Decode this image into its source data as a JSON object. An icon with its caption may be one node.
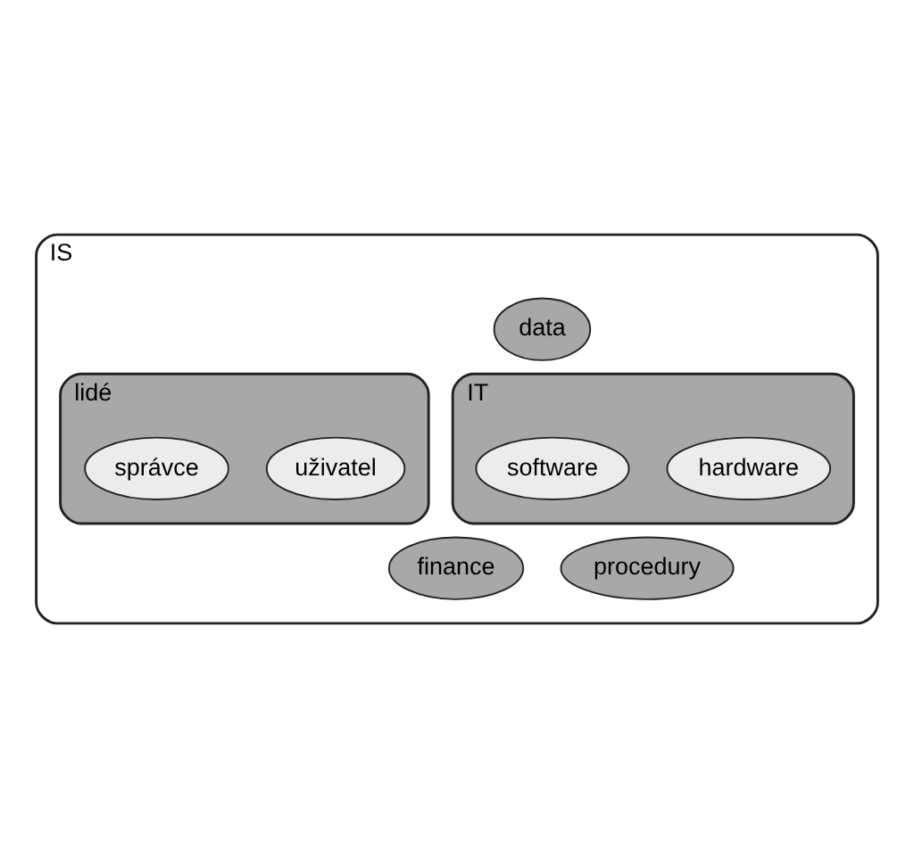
{
  "diagram": {
    "nodes": [
      {
        "text": [
          "IS"
        ]
      },
      {
        "text": [
          "data"
        ],
        "in": 0
      },
      {
        "text": [
          "lidé"
        ],
        "in": 0
      },
      {
        "text": [
          "uživatel"
        ],
        "in": 2
      },
      {
        "text": [
          "správce"
        ],
        "in": 2
      },
      {
        "text": [
          "IT"
        ],
        "in": 0
      },
      {
        "text": [
          "hardware"
        ],
        "in": 5
      },
      {
        "text": [
          "software"
        ],
        "in": 5
      },
      {
        "text": [
          "finance"
        ],
        "in": 0
      },
      {
        "text": [
          "procedury"
        ],
        "in": 0
      }
    ]
  }
}
